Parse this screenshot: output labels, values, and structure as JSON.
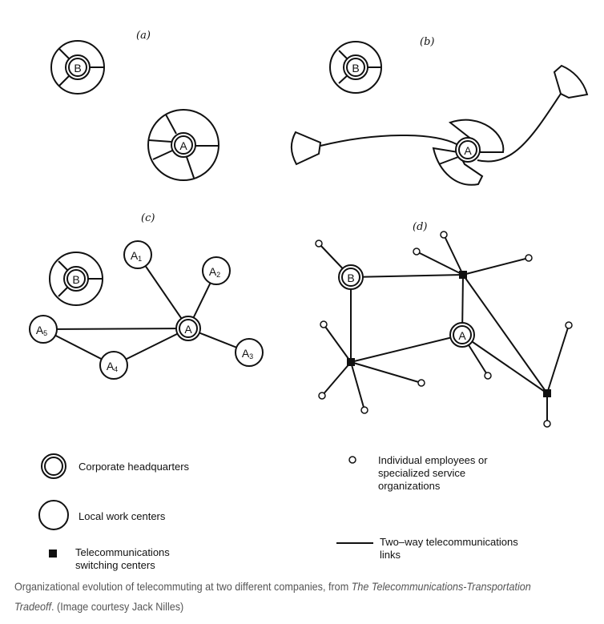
{
  "panels": {
    "a": {
      "label": "(a)"
    },
    "b": {
      "label": "(b)"
    },
    "c": {
      "label": "(c)"
    },
    "d": {
      "label": "(d)"
    }
  },
  "nodes": {
    "A": "A",
    "B": "B",
    "A_sub": "A",
    "sub1": "1",
    "sub2": "2",
    "sub3": "3",
    "sub4": "4",
    "sub5": "5"
  },
  "legend": {
    "hq": "Corporate headquarters",
    "local": "Local work centers",
    "switch_1": "Telecommunications",
    "switch_2": "switching centers",
    "indiv_1": "Individual employees or",
    "indiv_2": "specialized service",
    "indiv_3": "organizations",
    "link_1": "Two–way telecommunications",
    "link_2": "links"
  },
  "caption": {
    "text_1": "Organizational evolution of telecommuting at two different companies, from ",
    "title": "The Telecommunications-Transportation Tradeoff",
    "text_2": ". (Image courtesy Jack Nilles)"
  }
}
